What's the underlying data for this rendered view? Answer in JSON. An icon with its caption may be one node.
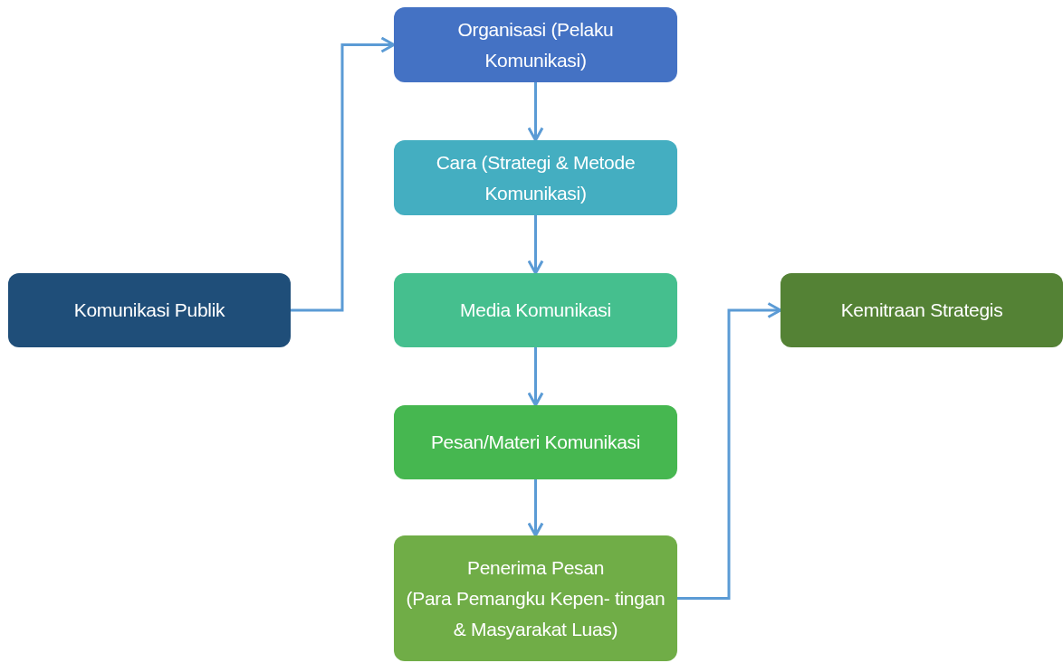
{
  "diagram": {
    "nodes": [
      {
        "text": [
          "Organisasi (Pelaku Komunikasi)"
        ]
      },
      {
        "text": [
          "Cara (Strategi & Metode Komunikasi)"
        ]
      },
      {
        "text": [
          "Media Komunikasi"
        ]
      },
      {
        "text": [
          "Pesan/Materi Komunikasi"
        ]
      },
      {
        "text": [
          "Penerima Pesan",
          "(Para Pemangku Kepen- tingan & Masyarakat Luas)"
        ]
      },
      {
        "text": [
          "Komunikasi Publik"
        ]
      },
      {
        "text": [
          "Kemitraan Strategis"
        ]
      }
    ],
    "edges": [
      {
        "from": 5,
        "to": 0,
        "arrow": "to"
      },
      {
        "from": 0,
        "to": 1,
        "arrow": "to"
      },
      {
        "from": 1,
        "to": 2,
        "arrow": "to"
      },
      {
        "from": 2,
        "to": 3,
        "arrow": "to"
      },
      {
        "from": 3,
        "to": 4,
        "arrow": "to"
      },
      {
        "from": 4,
        "to": 6,
        "arrow": "to"
      }
    ]
  }
}
